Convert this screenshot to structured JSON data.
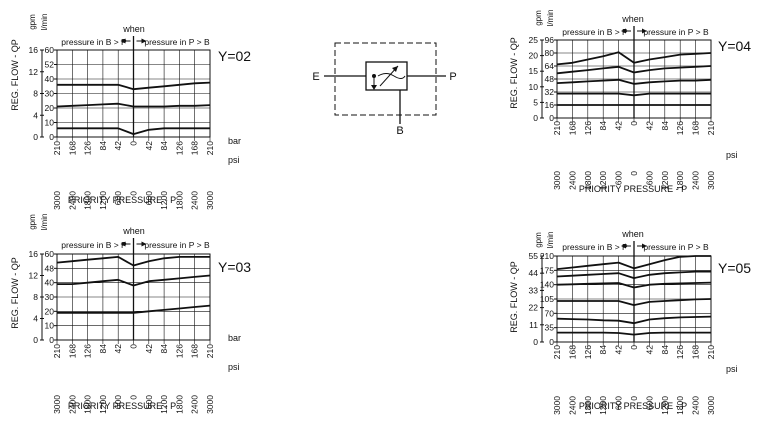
{
  "common": {
    "ylabel": "REG. FLOW - QP",
    "xlabel": "PRIORITY PRESSURE - P",
    "left_unit_gpm": "gpm",
    "right_unit_lmin": "l/min",
    "x_top_unit": "bar",
    "x_bottom_unit": "psi",
    "when_label": "when",
    "region_left": "pressure in B > P",
    "region_right": "pressure in P > B",
    "x_top_ticks": [
      "210",
      "168",
      "126",
      "84",
      "42",
      "0",
      "42",
      "84",
      "126",
      "168",
      "210"
    ],
    "x_bottom_ticks": [
      "3000",
      "2400",
      "1800",
      "1200",
      "600",
      "0",
      "600",
      "1200",
      "1800",
      "2400",
      "3000"
    ]
  },
  "schematic": {
    "label_e": "E",
    "label_p": "P",
    "label_b": "B"
  },
  "chart_data": [
    {
      "type": "line",
      "title": "Y=02",
      "xlabel": "PRIORITY PRESSURE - P",
      "ylabel": "REG. FLOW - QP",
      "x_top_unit": "bar",
      "x": [
        -210,
        -168,
        -126,
        -84,
        -42,
        0,
        42,
        84,
        126,
        168,
        210
      ],
      "xlim": [
        -210,
        210
      ],
      "ylim_lmin": [
        0,
        60
      ],
      "y_ticks_gpm": [
        "16",
        "12",
        "8",
        "4",
        "0"
      ],
      "y_ticks_lmin": [
        "60",
        "52",
        "40",
        "30",
        "20",
        "10",
        "0"
      ],
      "series": [
        {
          "values": [
            36,
            36,
            36,
            36,
            36,
            33,
            34,
            35,
            36,
            37,
            37.5
          ]
        },
        {
          "values": [
            21,
            21.5,
            22,
            22.5,
            23,
            21,
            21,
            21,
            21.5,
            21.5,
            22
          ]
        },
        {
          "values": [
            6,
            6,
            6,
            6,
            6,
            2,
            5,
            6,
            6,
            6,
            6
          ]
        }
      ]
    },
    {
      "type": "line",
      "title": "Y=04",
      "xlabel": "PRIORITY PRESSURE - P",
      "ylabel": "REG. FLOW - QP",
      "x_top_unit": "",
      "x": [
        -210,
        -168,
        -126,
        -84,
        -42,
        0,
        42,
        84,
        126,
        168,
        210
      ],
      "xlim": [
        -210,
        210
      ],
      "ylim_lmin": [
        0,
        96
      ],
      "y_ticks_gpm": [
        "25",
        "20",
        "15",
        "10",
        "5",
        "0"
      ],
      "y_ticks_lmin": [
        "96",
        "80",
        "64",
        "48",
        "32",
        "16",
        "0"
      ],
      "series": [
        {
          "values": [
            66,
            68,
            72,
            76,
            81,
            68,
            72,
            75,
            78,
            79,
            80
          ]
        },
        {
          "values": [
            55,
            57,
            59,
            61,
            63,
            56,
            59,
            61,
            62,
            63,
            64
          ]
        },
        {
          "values": [
            43,
            44,
            45,
            46,
            47,
            42,
            44,
            45,
            46,
            46,
            47
          ]
        },
        {
          "values": [
            30,
            30,
            30,
            30,
            30,
            28,
            30,
            30,
            30,
            30,
            30
          ]
        },
        {
          "values": [
            16,
            16,
            16,
            16,
            16,
            16,
            16,
            16,
            16,
            16,
            16
          ]
        }
      ]
    },
    {
      "type": "line",
      "title": "Y=03",
      "xlabel": "PRIORITY PRESSURE - P",
      "ylabel": "REG. FLOW - QP",
      "x_top_unit": "bar",
      "x": [
        -210,
        -168,
        -126,
        -84,
        -42,
        0,
        42,
        84,
        126,
        168,
        210
      ],
      "xlim": [
        -210,
        210
      ],
      "ylim_lmin": [
        0,
        60
      ],
      "y_ticks_gpm": [
        "16",
        "12",
        "8",
        "4",
        "0"
      ],
      "y_ticks_lmin": [
        "60",
        "48",
        "40",
        "30",
        "20",
        "10",
        "0"
      ],
      "series": [
        {
          "values": [
            54,
            55,
            56,
            57,
            58,
            52,
            55,
            57,
            58,
            58,
            58
          ]
        },
        {
          "values": [
            39,
            39,
            40,
            41,
            42,
            38,
            41,
            42,
            43,
            44,
            45
          ]
        },
        {
          "values": [
            19,
            19,
            19,
            19,
            19,
            19,
            20,
            21,
            22,
            23,
            24
          ]
        }
      ]
    },
    {
      "type": "line",
      "title": "Y=05",
      "xlabel": "PRIORITY PRESSURE - P",
      "ylabel": "REG. FLOW - QP",
      "x_top_unit": "",
      "x": [
        -210,
        -168,
        -126,
        -84,
        -42,
        0,
        42,
        84,
        126,
        168,
        210
      ],
      "xlim": [
        -210,
        210
      ],
      "ylim_lmin": [
        0,
        210
      ],
      "y_ticks_gpm": [
        "55",
        "44",
        "33",
        "22",
        "11",
        "0"
      ],
      "y_ticks_lmin": [
        "210",
        "175",
        "140",
        "105",
        "70",
        "35",
        "0"
      ],
      "series": [
        {
          "values": [
            178,
            182,
            186,
            190,
            194,
            180,
            190,
            200,
            208,
            210,
            210
          ]
        },
        {
          "values": [
            160,
            162,
            164,
            166,
            168,
            156,
            164,
            168,
            170,
            172,
            172
          ]
        },
        {
          "values": [
            140,
            141,
            142,
            143,
            144,
            133,
            140,
            142,
            143,
            144,
            145
          ]
        },
        {
          "values": [
            100,
            100,
            100,
            100,
            100,
            90,
            98,
            100,
            102,
            104,
            105
          ]
        },
        {
          "values": [
            57,
            56,
            55,
            53,
            52,
            46,
            55,
            58,
            60,
            61,
            62
          ]
        },
        {
          "values": [
            23,
            23,
            23,
            23,
            22,
            18,
            22,
            23,
            23,
            23,
            23
          ]
        }
      ]
    }
  ]
}
